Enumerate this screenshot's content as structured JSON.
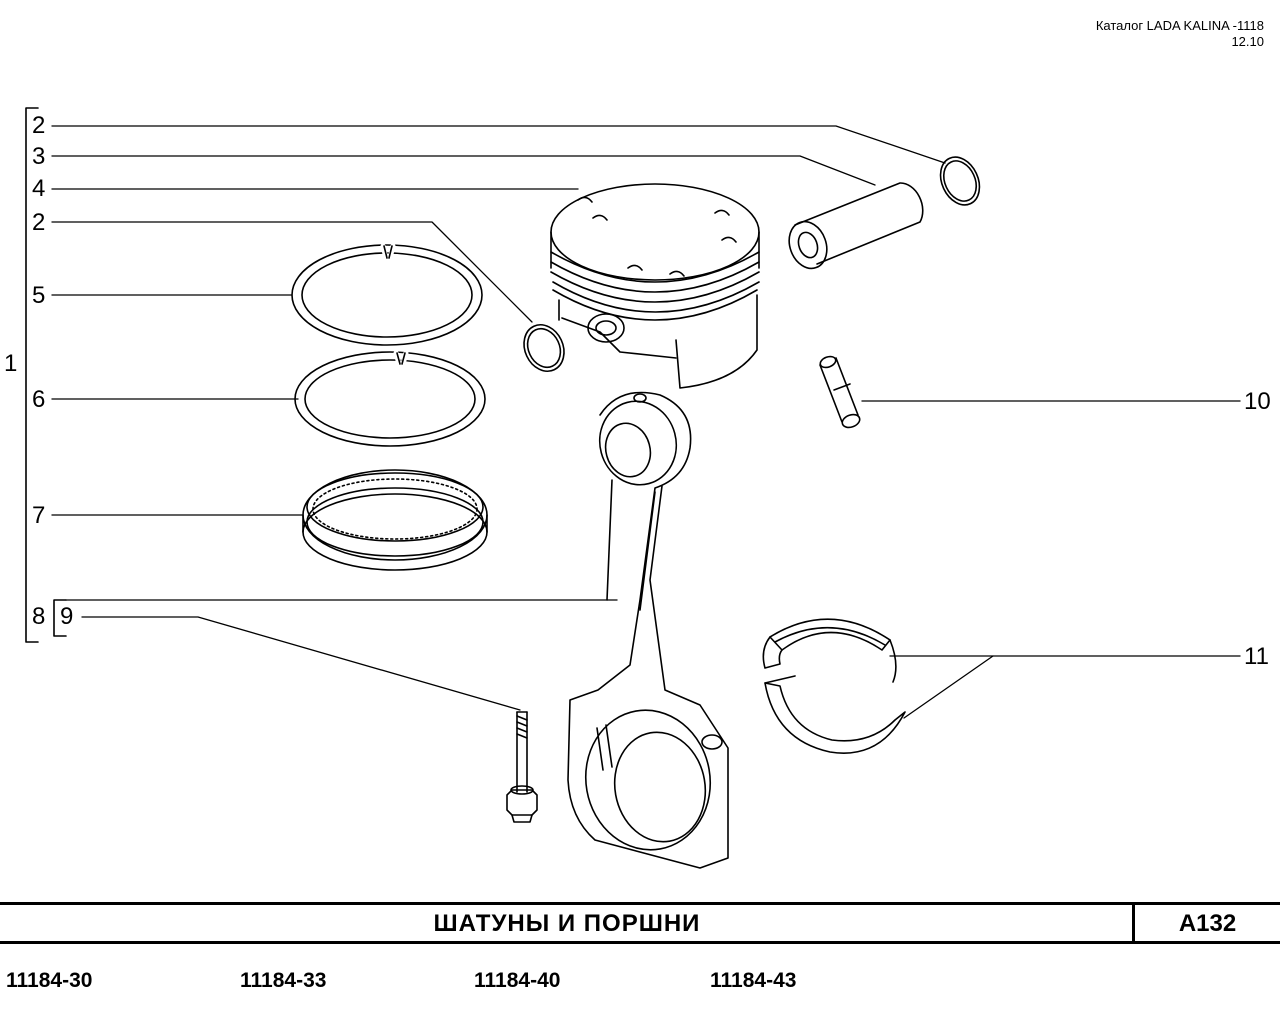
{
  "header": {
    "catalog": "Каталог  LADA  KALINA -1118",
    "date": "12.10"
  },
  "callouts": {
    "c1": "1",
    "c2a": "2",
    "c3": "3",
    "c4": "4",
    "c2b": "2",
    "c5": "5",
    "c6": "6",
    "c7": "7",
    "c8": "8",
    "c9": "9",
    "c10": "10",
    "c11": "11"
  },
  "title": {
    "text": "ШАТУНЫ   И   ПОРШНИ",
    "code": "A132"
  },
  "models": [
    "11184-30",
    "11184-33",
    "11184-40",
    "11184-43"
  ]
}
